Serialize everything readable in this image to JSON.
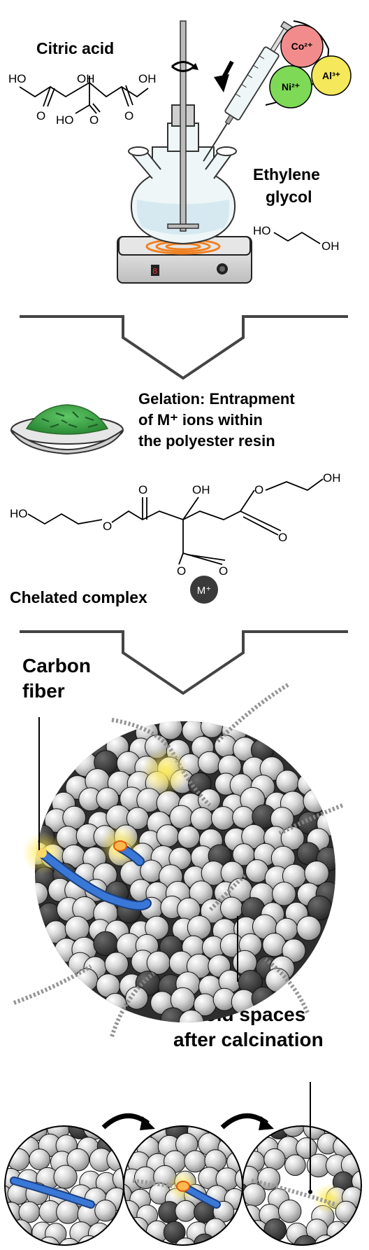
{
  "labels": {
    "citric_acid": "Citric acid",
    "ethylene_glycol_l1": "Ethylene",
    "ethylene_glycol_l2": "glycol",
    "gelation_l1": "Gelation: Entrapment",
    "gelation_l2": "of M⁺ ions within",
    "gelation_l3": "the polyester resin",
    "chelated_complex": "Chelated complex",
    "carbon_fiber_l1": "Carbon",
    "carbon_fiber_l2": "fiber",
    "void_l1": "Void spaces",
    "void_l2": "after calcination"
  },
  "citric_acid_atoms": {
    "ho_left": "HO",
    "oh_center": "OH",
    "oh_right": "OH",
    "o_left": "O",
    "ho_bottom": "HO",
    "o_center": "O",
    "o_right": "O"
  },
  "glycol_atoms": {
    "ho": "HO",
    "oh": "OH"
  },
  "ester_atoms": {
    "ho_left": "HO",
    "o_left_ether": "O",
    "o_left_carbonyl": "O",
    "oh_center": "OH",
    "o_right_ether": "O",
    "oh_right": "OH",
    "o_right_carbonyl": "O",
    "o_bottom_left": "O",
    "o_bottom_right": "O",
    "metal": "M⁺"
  },
  "ions": [
    {
      "label": "Co²⁺",
      "color": "#f28c8c"
    },
    {
      "label": "Ni²⁺",
      "color": "#7ed957"
    },
    {
      "label": "Al³⁺",
      "color": "#f5e85a"
    }
  ],
  "hotplate_display": "8",
  "colors": {
    "fiber": "#3a78d8",
    "sphere_light": "#d8d8d8",
    "sphere_dark": "#3a3a3a",
    "glow": "#ffe34d",
    "gel": "#3aa845"
  }
}
